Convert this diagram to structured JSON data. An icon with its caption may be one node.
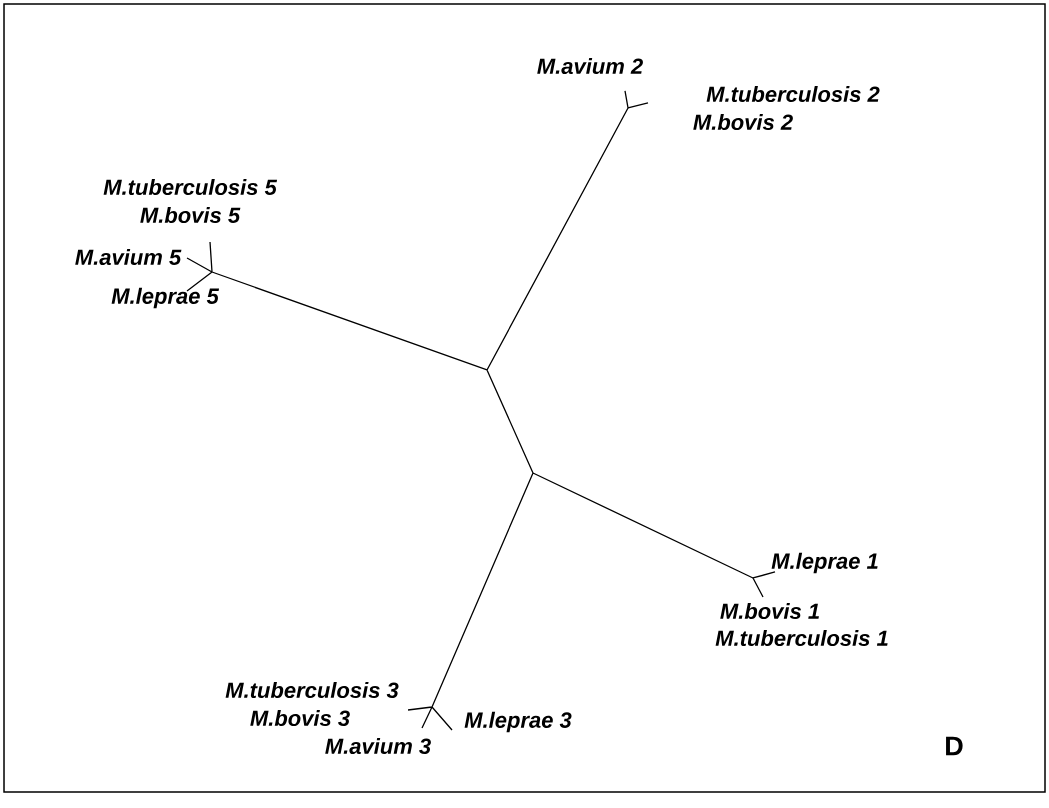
{
  "diagram": {
    "labels": [
      "M.avium 2",
      "M.tuberculosis 2",
      "M.bovis 2",
      "M.tuberculosis 5",
      "M.bovis 5",
      "M.avium 5",
      "M.leprae 5",
      "M.leprae 1",
      "M.bovis 1",
      "M.tuberculosis 1",
      "M.tuberculosis 3",
      "M.bovis 3",
      "M.leprae 3",
      "M.avium 3",
      "D"
    ]
  }
}
